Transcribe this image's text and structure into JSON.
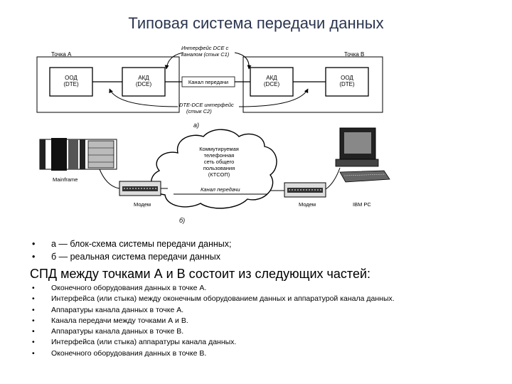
{
  "title": "Типовая система передачи данных",
  "diagram_a": {
    "point_a": "Точка А",
    "point_b": "Точка В",
    "interface_c1_line1": "Интерфейс DCE с",
    "interface_c1_line2": "каналом (стык С1)",
    "ood_left_line1": "ООД",
    "ood_left_line2": "(DTE)",
    "akd_left_line1": "АКД",
    "akd_left_line2": "(DCE)",
    "channel": "Канал передачи",
    "akd_right_line1": "АКД",
    "akd_right_line2": "(DCE)",
    "ood_right_line1": "ООД",
    "ood_right_line2": "(DTE)",
    "interface_c2_line1": "DTE-DCE интерфейс",
    "interface_c2_line2": "(стык С2)",
    "label": "а)"
  },
  "diagram_b": {
    "network_line1": "Коммутируемая",
    "network_line2": "телефонная",
    "network_line3": "сеть общего",
    "network_line4": "пользования",
    "network_line5": "(КТСОП)",
    "mainframe": "Mainframe",
    "channel": "Канал передачи",
    "modem_left": "Модем",
    "modem_right": "Модем",
    "pc": "IBM PC",
    "label": "б)"
  },
  "captions": [
    "а — блок-схема системы передачи данных;",
    "б — реальная система передачи данных"
  ],
  "heading": "СПД между точками А и В состоит из следующих  частей:",
  "parts": [
    "Оконечного оборудования данных в точке А.",
    "Интерфейса (или стыка) между оконечным оборудованием данных и аппаратурой канала данных.",
    "Аппаратуры канала данных в точке А.",
    "Канала передачи между точками А и В.",
    "Аппаратуры канала данных в точке В.",
    "Интерфейса (или стыка) аппаратуры канала данных.",
    "Оконечного оборудования данных в точке В."
  ]
}
